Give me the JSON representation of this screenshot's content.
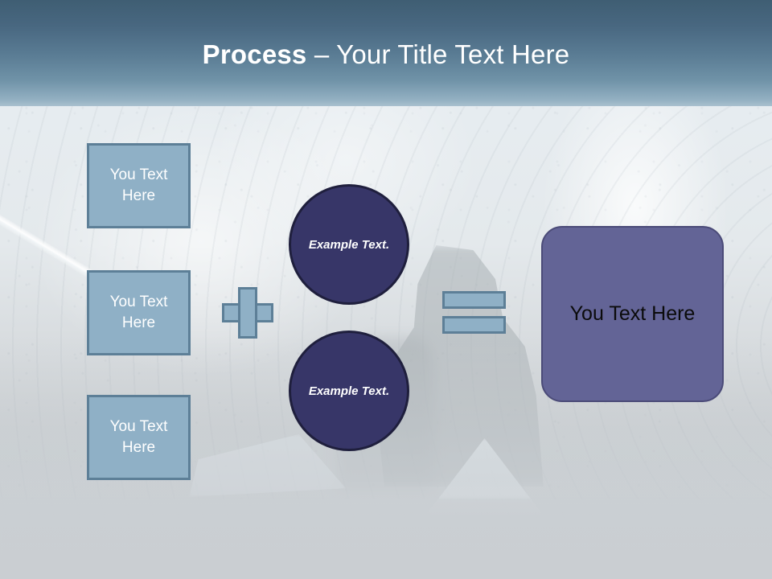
{
  "slide": {
    "title": {
      "strong": "Process",
      "rest": " – Your Title Text Here"
    },
    "theme": {
      "header_gradient_top": "#3f5e73",
      "header_gradient_bottom": "#a9c0ce",
      "input_fill": "#8fb0c6",
      "input_border": "#5d7f97",
      "circle_fill": "#373668",
      "circle_border": "#1f1f3d",
      "output_fill": "#636496",
      "output_border": "#4b4b78",
      "background": "#c9cdd1"
    },
    "inputs": [
      {
        "label": "You Text Here"
      },
      {
        "label": "You Text Here"
      },
      {
        "label": "You Text Here"
      }
    ],
    "operators": {
      "plus": "+",
      "equals": "="
    },
    "circles": [
      {
        "label": "Example Text."
      },
      {
        "label": "Example Text."
      }
    ],
    "output": {
      "label": "You Text Here"
    }
  }
}
